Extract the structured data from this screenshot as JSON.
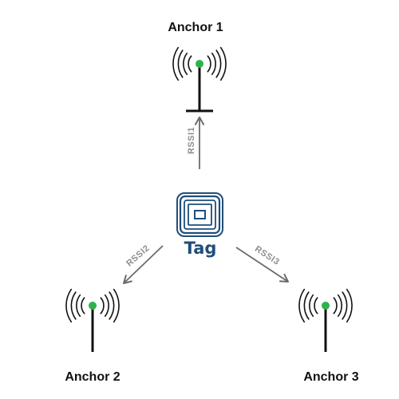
{
  "anchors": [
    {
      "label": "Anchor 1"
    },
    {
      "label": "Anchor 2"
    },
    {
      "label": "Anchor 3"
    }
  ],
  "tag": {
    "label": "Tag"
  },
  "links": [
    {
      "label": "RSSI1",
      "from": "tag",
      "to": "Anchor 1"
    },
    {
      "label": "RSSI2",
      "from": "tag",
      "to": "Anchor 2"
    },
    {
      "label": "RSSI3",
      "from": "tag",
      "to": "Anchor 3"
    }
  ],
  "colors": {
    "tag": "#1f4e79",
    "antenna_dot": "#2fb24c",
    "antenna": "#111111",
    "link_arrow": "#6b6b6b",
    "rssi_text": "#8e8e8e"
  }
}
